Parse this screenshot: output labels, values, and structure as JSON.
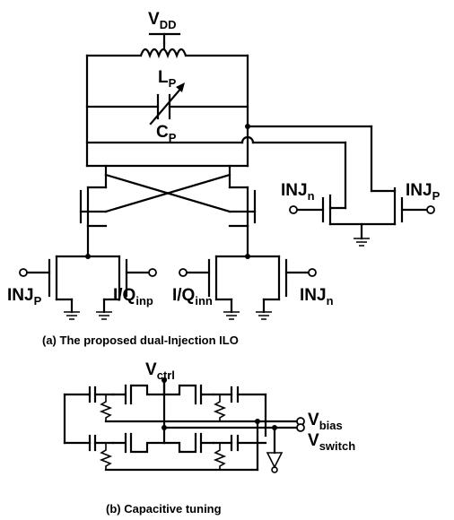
{
  "top": {
    "vdd": "V",
    "vdd_sub": "DD",
    "lp": "L",
    "lp_sub": "P",
    "cp": "C",
    "cp_sub": "P",
    "inj_p_left": "INJ",
    "inj_p_left_sub": "P",
    "iq_inp": "I/Q",
    "iq_inp_sub": "inp",
    "iq_inn": "I/Q",
    "iq_inn_sub": "inn",
    "inj_n_bottom": "INJ",
    "inj_n_bottom_sub": "n",
    "inj_n_right": "INJ",
    "inj_n_right_sub": "n",
    "inj_p_right": "INJ",
    "inj_p_right_sub": "P",
    "caption": "(a) The proposed dual-Injection ILO"
  },
  "bottom": {
    "vctrl": "V",
    "vctrl_sub": "ctrl",
    "vbias": "V",
    "vbias_sub": "bias",
    "vswitch": "V",
    "vswitch_sub": "switch",
    "caption": "(b) Capacitive tuning"
  }
}
